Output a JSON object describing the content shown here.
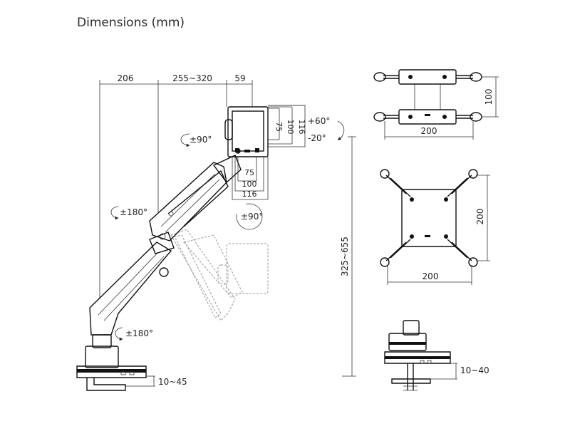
{
  "title": "Dimensions (mm)",
  "arm_dims": {
    "base_reach": "206",
    "arm_extension": "255~320",
    "head_depth": "59",
    "vesa_75": "75",
    "vesa_100": "100",
    "vesa_116": "116",
    "height_range": "325~655",
    "desk_clamp": "10~45"
  },
  "rotations": {
    "head_swivel": "±90°",
    "arm_swivel": "±180°",
    "base_swivel": "±180°",
    "rotate": "±90°",
    "tilt_up": "+60°",
    "tilt_down": "-20°"
  },
  "plate_top": {
    "width": "200",
    "height": "100"
  },
  "plate_mid": {
    "width": "200",
    "height": "200"
  },
  "grommet": {
    "thickness": "10~40"
  }
}
